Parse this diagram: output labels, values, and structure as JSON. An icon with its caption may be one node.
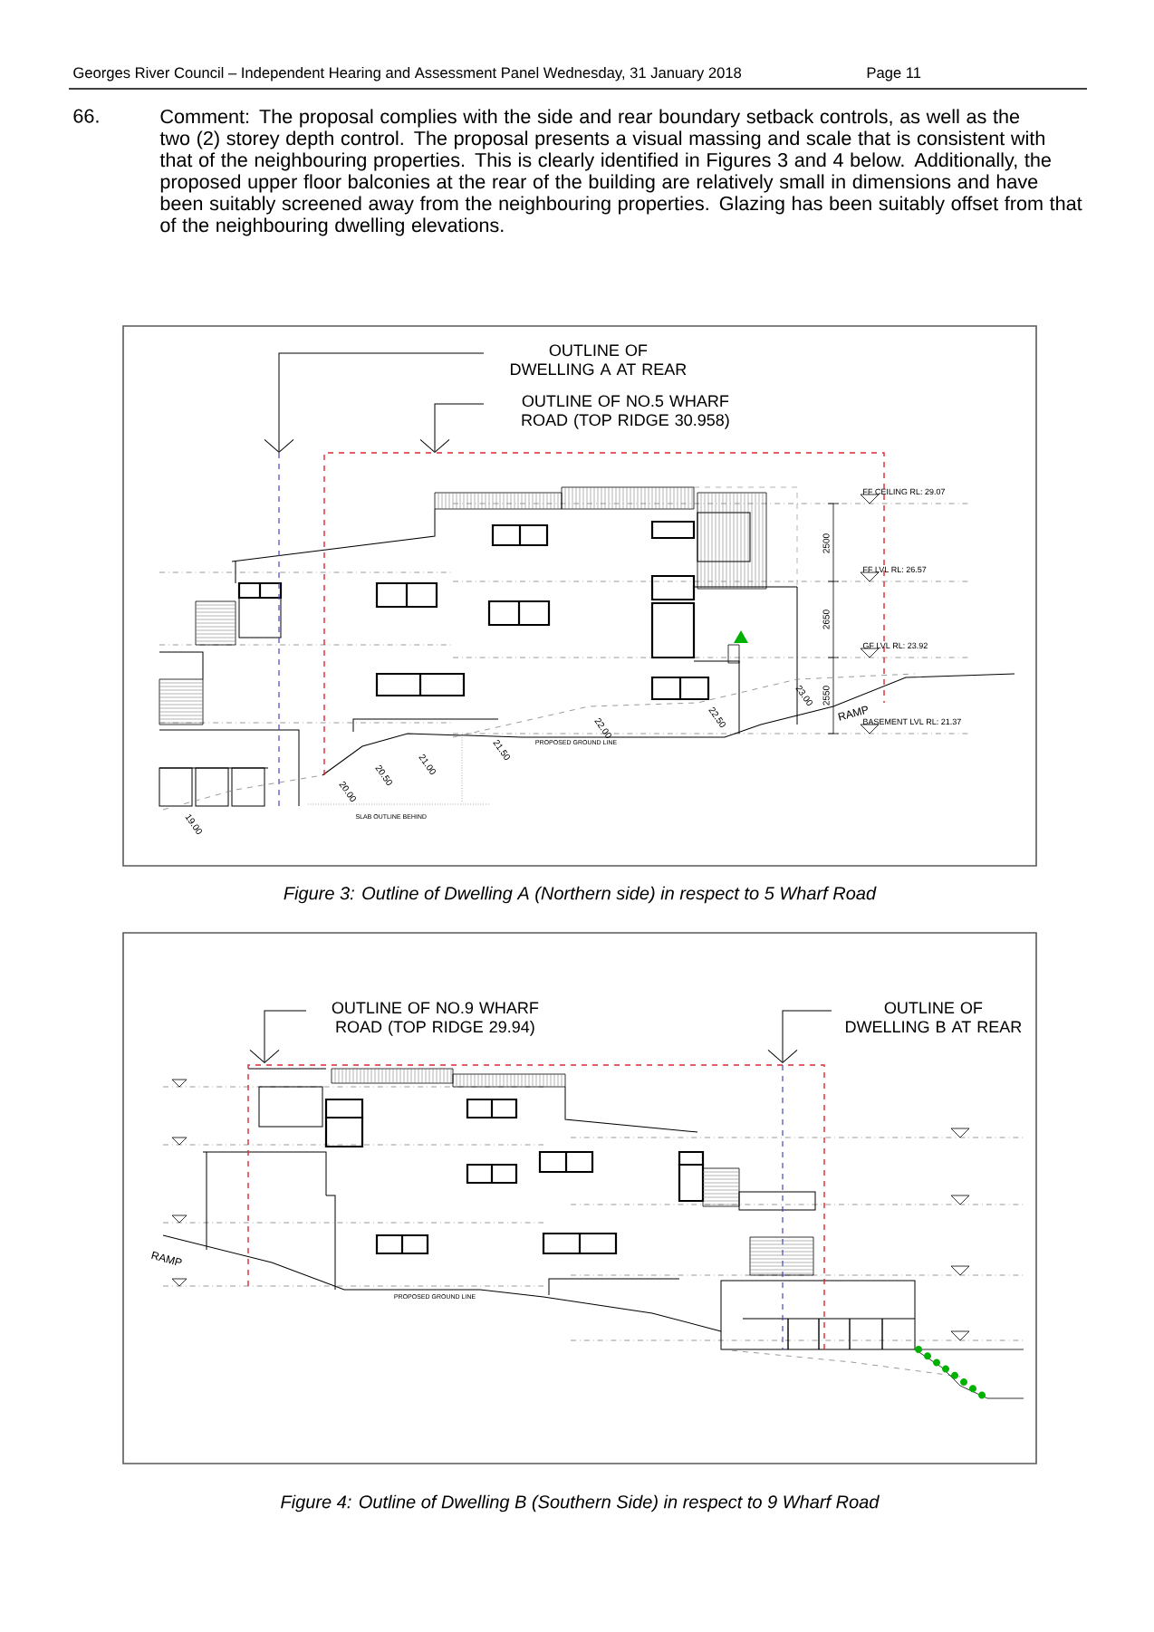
{
  "diagram": {
    "nodes": [
      {
        "text": [
          "OUTLINE OF DWELLING A AT REAR"
        ]
      },
      {
        "text": [
          "OUTLINE OF NO.5 WHARF ROAD (TOP RIDGE 30.958)"
        ]
      },
      {
        "text": [
          "OUTLINE OF NO.9 WHARF ROAD (TOP RIDGE 29.94)"
        ]
      },
      {
        "text": [
          "OUTLINE OF DWELLING B AT REAR"
        ]
      }
    ],
    "edges": [
      {
        "from": 0,
        "to": null,
        "arrow": "to"
      },
      {
        "from": 1,
        "to": null,
        "arrow": "to"
      },
      {
        "from": 2,
        "to": null,
        "arrow": "to"
      },
      {
        "from": 3,
        "to": null,
        "arrow": "to"
      }
    ],
    "labels": [
      "Georges River Council – Independent Hearing and Assessment Panel Wednesday, 31 January 2018",
      "Page 11",
      "66.",
      "Comment: The proposal complies with the side and rear boundary setback controls, as well as the two (2) storey depth control.  The proposal presents a visual massing and scale that is consistent with that of the neighbouring properties. This is clearly identified in Figures 3 and 4 below. Additionally, the proposed upper floor balconies at the rear of the building are relatively small in dimensions and have been suitably screened away from the neighbouring properties. Glazing has been suitably offset from that of the neighbouring dwelling elevations.",
      "FF CEILING RL: 29.07",
      "2500",
      "FF LVL RL: 26.57",
      "2650",
      "GF LVL RL: 23.92",
      "2550",
      "RAMP",
      "BASEMENT LVL RL: 21.37",
      "PROPOSED GROUND LINE",
      "SLAB OUTLINE BEHIND",
      "19.00",
      "20.00",
      "20.50",
      "21.00",
      "21.50",
      "22.00",
      "22.50",
      "23.00",
      "Figure 3: Outline of Dwelling A (Northern side) in respect to 5 Wharf Road",
      "RAMP",
      "PROPOSED GROUND LINE",
      "Figure 4: Outline of Dwelling B (Southern Side) in respect to 9 Wharf Road"
    ]
  }
}
